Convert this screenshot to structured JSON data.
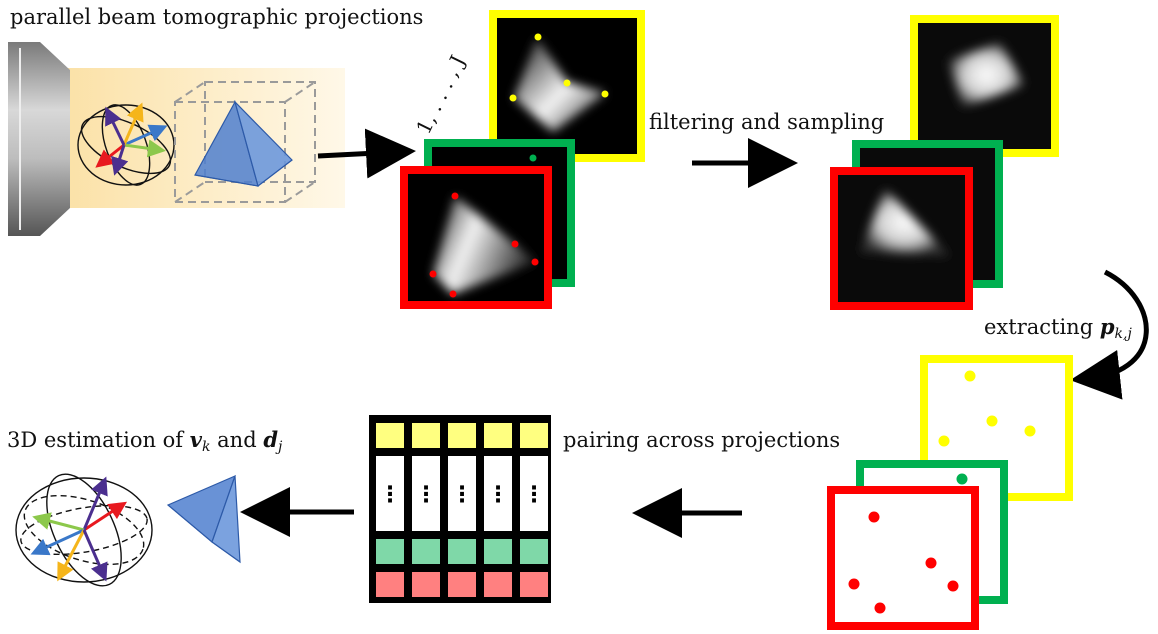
{
  "labels": {
    "title": "parallel beam tomographic projections",
    "index_range": "1, . . . , J",
    "step_filter": "filtering and sampling",
    "step_extract": "extracting",
    "step_extract_var": "p",
    "step_extract_sub": "k,j",
    "step_pair": "pairing across projections",
    "step_estimate_prefix": "3D estimation of",
    "step_estimate_v": "v",
    "step_estimate_v_sub": "k",
    "step_estimate_and": "and",
    "step_estimate_d": "d",
    "step_estimate_d_sub": "j"
  },
  "colors": {
    "projection_1": "#ffff00",
    "projection_2": "#00b050",
    "projection_3": "#ff0000",
    "tetrahedron": "#4f7fcf",
    "matrix_row_yellow": "#ffff80",
    "matrix_row_green": "#7fd8a8",
    "matrix_row_red": "#ff8080",
    "arrow_red": "#e8191f",
    "arrow_blue": "#3a78c9",
    "arrow_green": "#8cc84b",
    "arrow_orange": "#f5b51b",
    "arrow_purple": "#4b2f8f"
  },
  "icons": {
    "source": "x-ray-source-icon",
    "sphere": "orientation-sphere-icon",
    "object": "tetrahedron-icon"
  },
  "matrix": {
    "columns": 5,
    "ellipsis": "⋮"
  }
}
